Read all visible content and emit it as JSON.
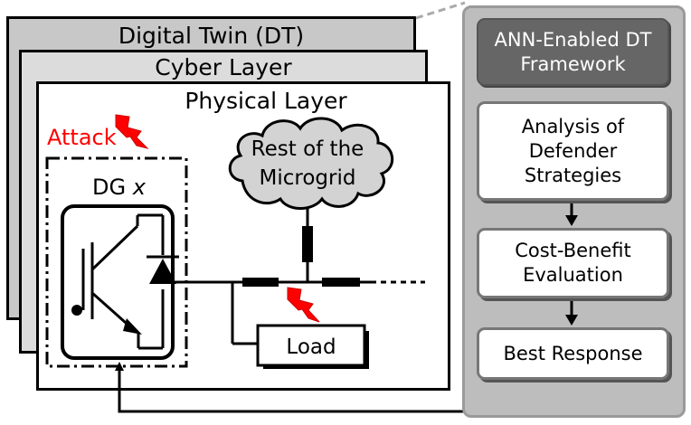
{
  "layers": {
    "digital_twin": "Digital Twin (DT)",
    "cyber": "Cyber Layer",
    "physical": "Physical Layer"
  },
  "physical": {
    "attack_label": "Attack",
    "dg_label": "DG",
    "dg_index": "x",
    "cloud_line1": "Rest of the",
    "cloud_line2": "Microgrid",
    "load_label": "Load"
  },
  "framework": {
    "header_line1": "ANN-Enabled DT",
    "header_line2": "Framework",
    "steps": [
      {
        "lines": [
          "Analysis of",
          "Defender",
          "Strategies"
        ]
      },
      {
        "lines": [
          "Cost-Benefit",
          "Evaluation"
        ]
      },
      {
        "lines": [
          "Best Response"
        ]
      }
    ]
  },
  "colors": {
    "attack": "#ff0000",
    "layer_back": "#c8c8c8",
    "layer_mid": "#dcdcdc",
    "panel": "#bdbdbd",
    "header": "#666666"
  },
  "icons": {
    "attack_bolt": "lightning-bolt",
    "grid_bolt": "lightning-bolt",
    "igbt": "igbt-transistor-with-diode"
  }
}
